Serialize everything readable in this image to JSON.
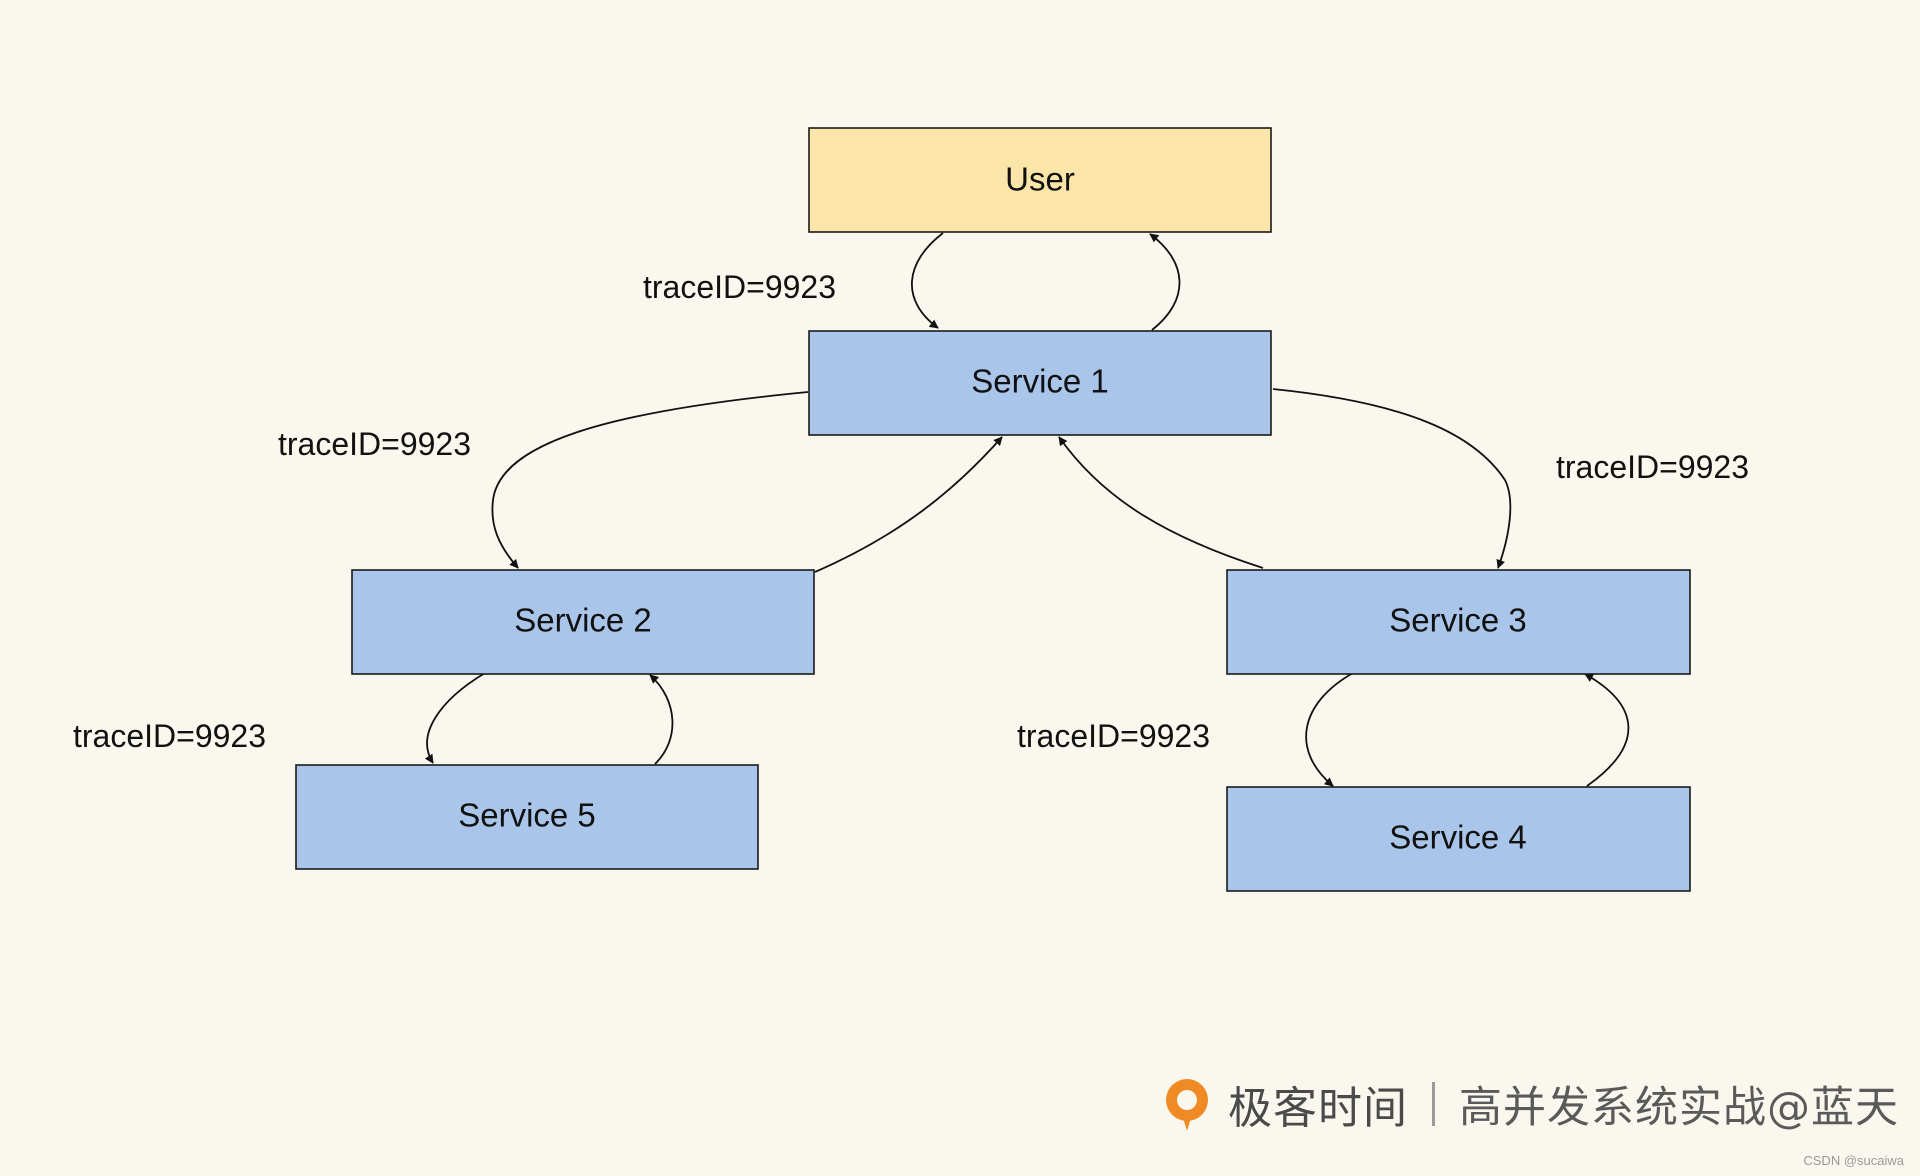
{
  "nodes": {
    "user": {
      "label": "User",
      "fill": "#fce5a8"
    },
    "service1": {
      "label": "Service 1",
      "fill": "#a9c6ea"
    },
    "service2": {
      "label": "Service 2",
      "fill": "#a9c6ea"
    },
    "service3": {
      "label": "Service 3",
      "fill": "#a9c6ea"
    },
    "service4": {
      "label": "Service 4",
      "fill": "#a9c6ea"
    },
    "service5": {
      "label": "Service 5",
      "fill": "#a9c6ea"
    }
  },
  "edge_labels": {
    "user_service1": "traceID=9923",
    "service1_service2": "traceID=9923",
    "service1_service3": "traceID=9923",
    "service2_service5": "traceID=9923",
    "service3_service4": "traceID=9923"
  },
  "footer": {
    "brand": "极客时间",
    "course": "高并发系统实战@蓝天",
    "logo_color": "#f08a24"
  },
  "watermark": "CSDN @sucaiwa"
}
